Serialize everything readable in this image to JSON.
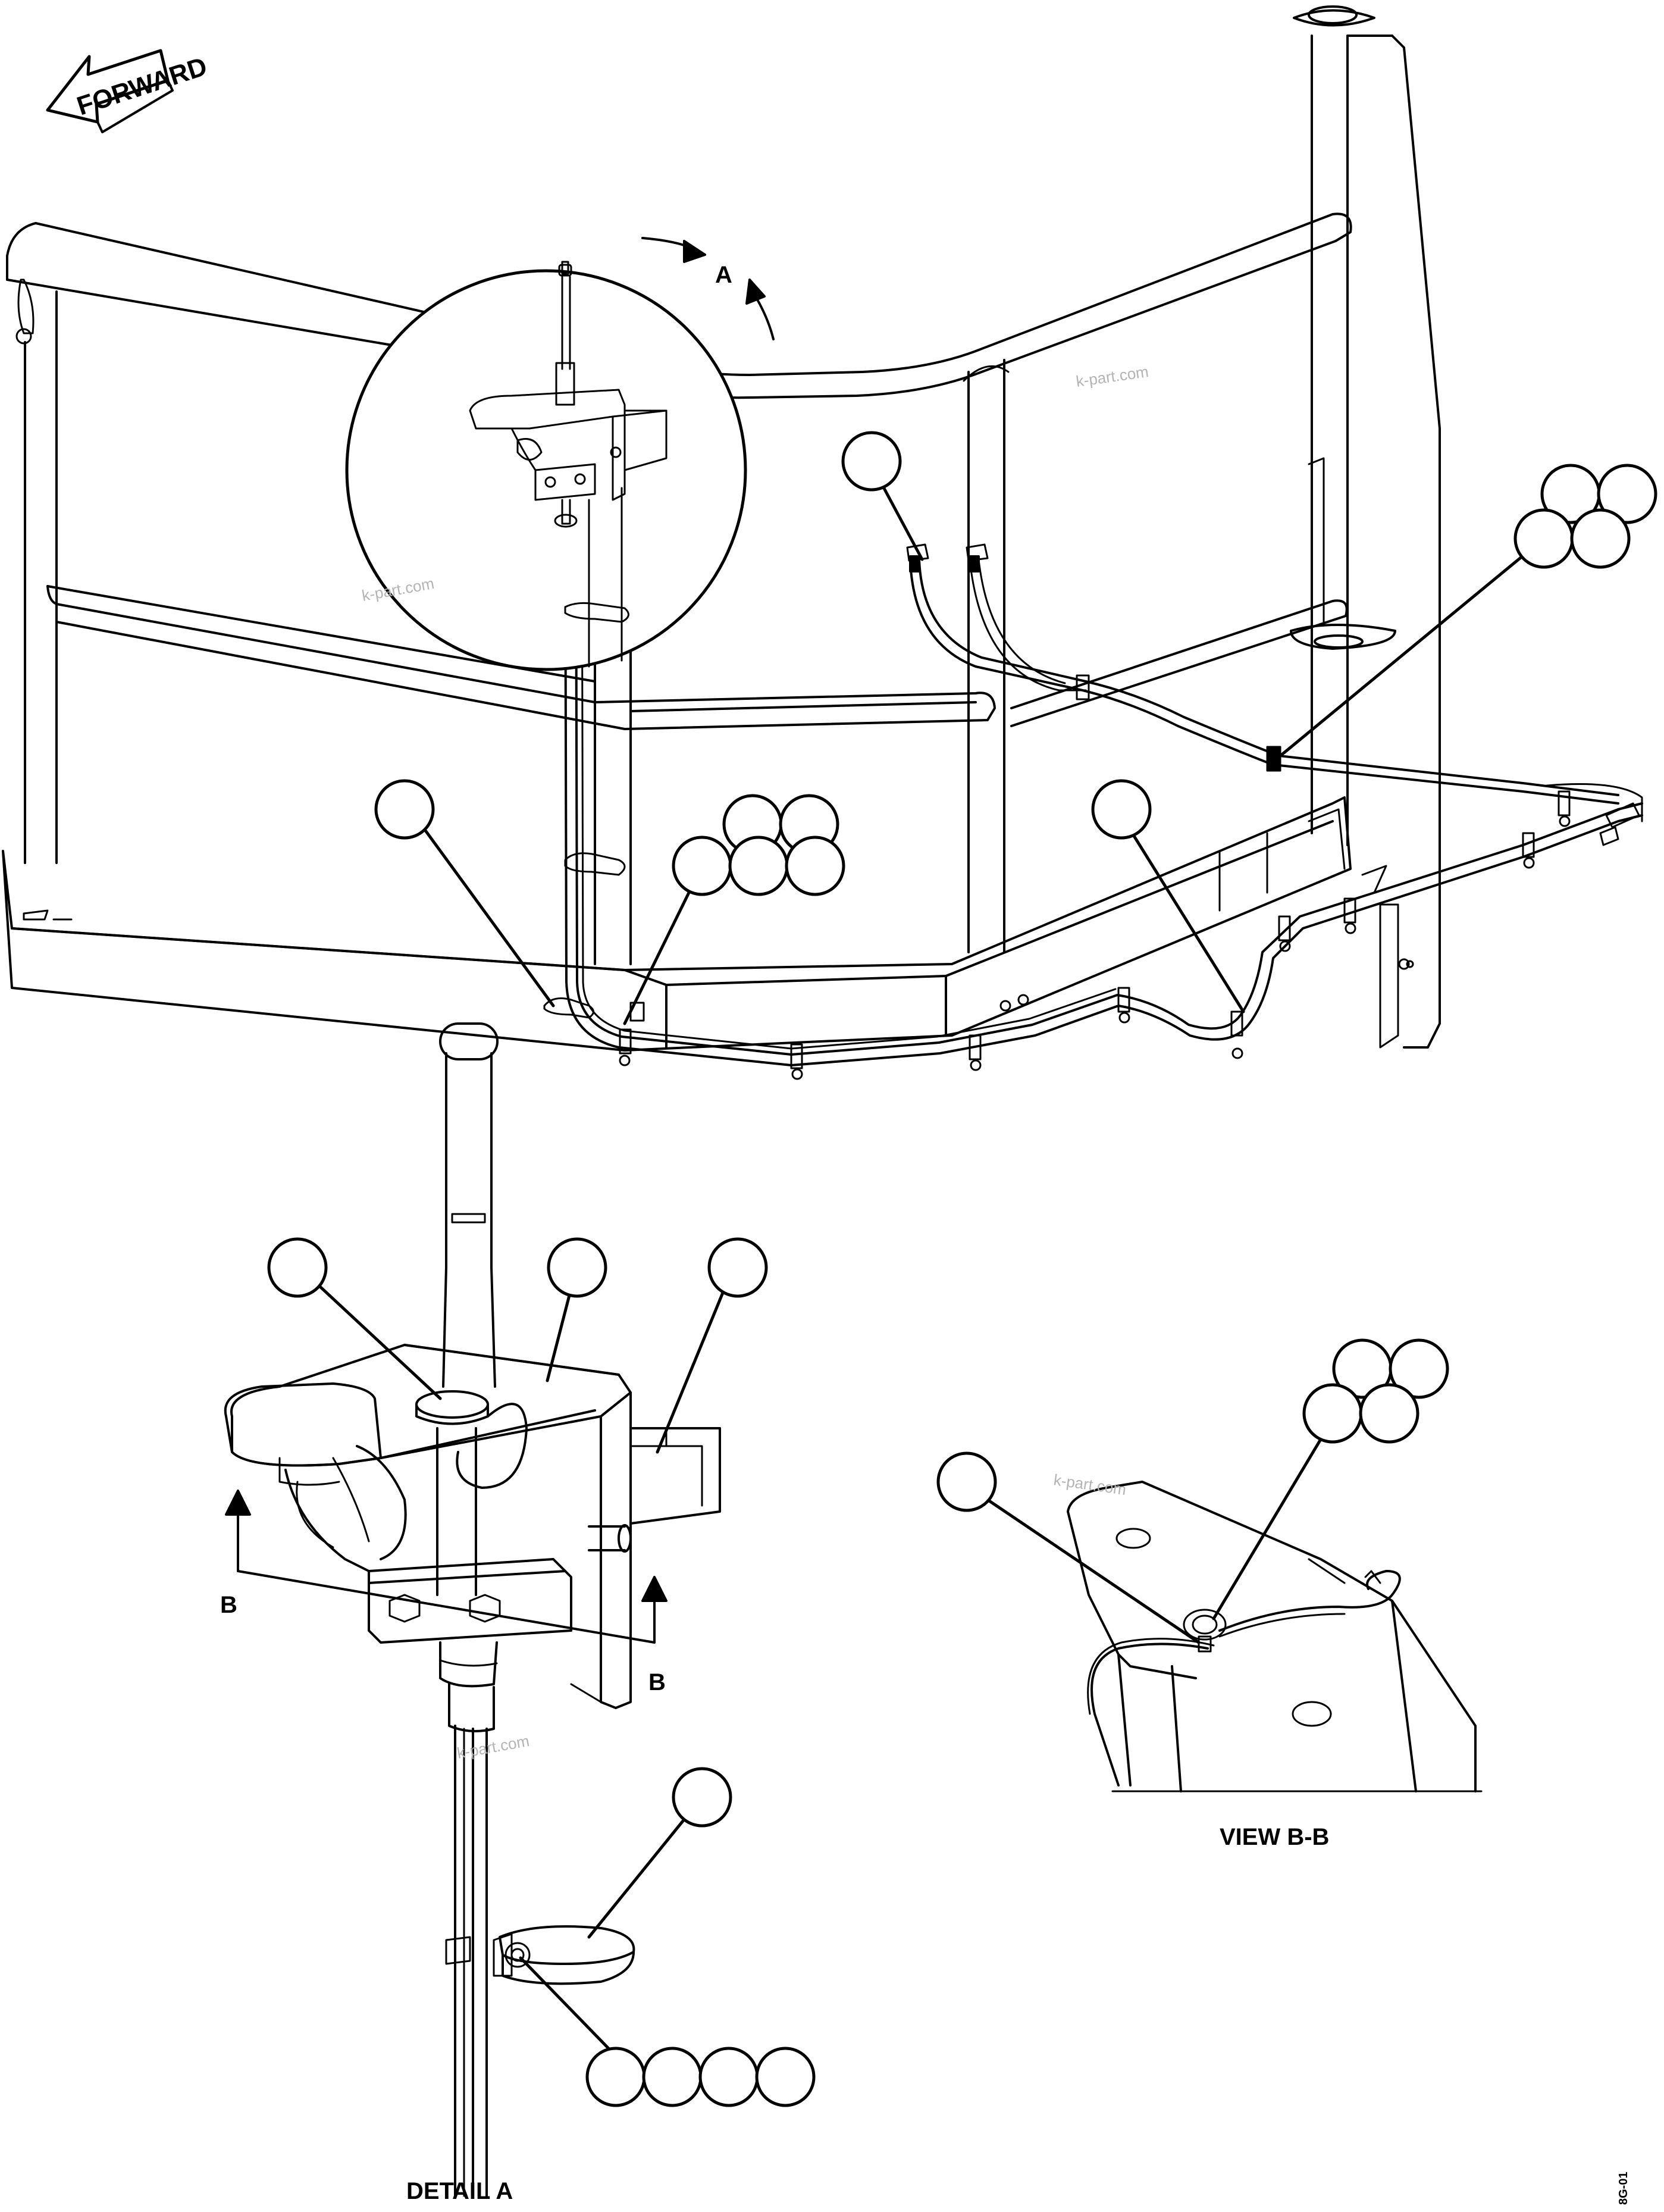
{
  "labels": {
    "forward": "FORWARD",
    "detail_ref": "A",
    "section_marker_left": "B",
    "section_marker_right": "B",
    "detail_title": "DETAIL A",
    "view_title": "VIEW B-B",
    "drawing_number": "8G-01"
  },
  "watermark": "k-part.com",
  "callout_groups": [
    {
      "id": "main-top-left",
      "balloons": 1
    },
    {
      "id": "main-top-right",
      "balloons": 4
    },
    {
      "id": "main-left",
      "balloons": 1
    },
    {
      "id": "main-center",
      "balloons": 5
    },
    {
      "id": "main-right",
      "balloons": 1
    },
    {
      "id": "detail-left",
      "balloons": 1
    },
    {
      "id": "detail-center",
      "balloons": 1
    },
    {
      "id": "detail-right",
      "balloons": 1
    },
    {
      "id": "detail-clamp",
      "balloons": 1
    },
    {
      "id": "detail-bottom",
      "balloons": 4
    },
    {
      "id": "view-left",
      "balloons": 1
    },
    {
      "id": "view-right",
      "balloons": 4
    }
  ],
  "colors": {
    "line": "#000000",
    "background": "#ffffff",
    "watermark": "#b4b4b4"
  }
}
